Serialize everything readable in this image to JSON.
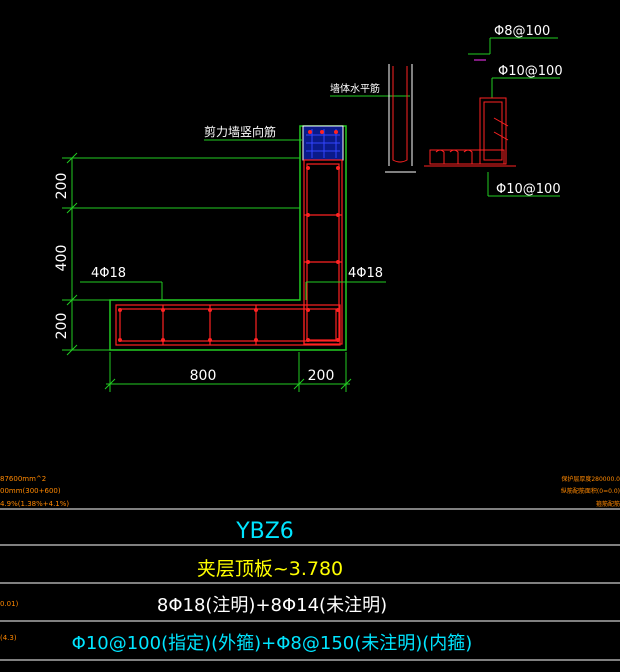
{
  "colors": {
    "background": "#000000",
    "dimension": "#22cc22",
    "rebar": "#ff2222",
    "outline": "#ffffff",
    "text": "#ffffff",
    "cyan": "#00e5ff",
    "yellow": "#ffff00",
    "orange": "#ff8800",
    "blue": "#3344ff",
    "magenta": "#ff33ff"
  },
  "dimensions": {
    "left_200_top": "200",
    "left_400": "400",
    "left_200_bottom": "200",
    "bottom_800": "800",
    "bottom_200": "200"
  },
  "labels": {
    "vertical_rebar_callout": "剪力墙竖向筋",
    "horizontal_rebar_callout": "墙体水平筋",
    "left_rebar": "4Φ18",
    "right_rebar": "4Φ18",
    "detail_top": "Φ8@100",
    "detail_mid": "Φ10@100",
    "detail_bottom": "Φ10@100"
  },
  "side_notes": {
    "left_1": "87600mm^2",
    "left_2": "00mm(300+600)",
    "left_3": "4.9%(1.38%+4.1%)",
    "left_4": "0.01)",
    "left_5": "(4.3)",
    "right_1": "保护层厚度280000.0",
    "right_2": "纵筋配筋面积(0=0.0)",
    "right_3": "箍筋配筋"
  },
  "table": {
    "name": "YBZ6",
    "elevation": "夹层顶板~3.780",
    "longitudinal": "8Φ18(注明)+8Φ14(未注明)",
    "stirrups": "Φ10@100(指定)(外箍)+Φ8@150(未注明)(内箍)"
  }
}
